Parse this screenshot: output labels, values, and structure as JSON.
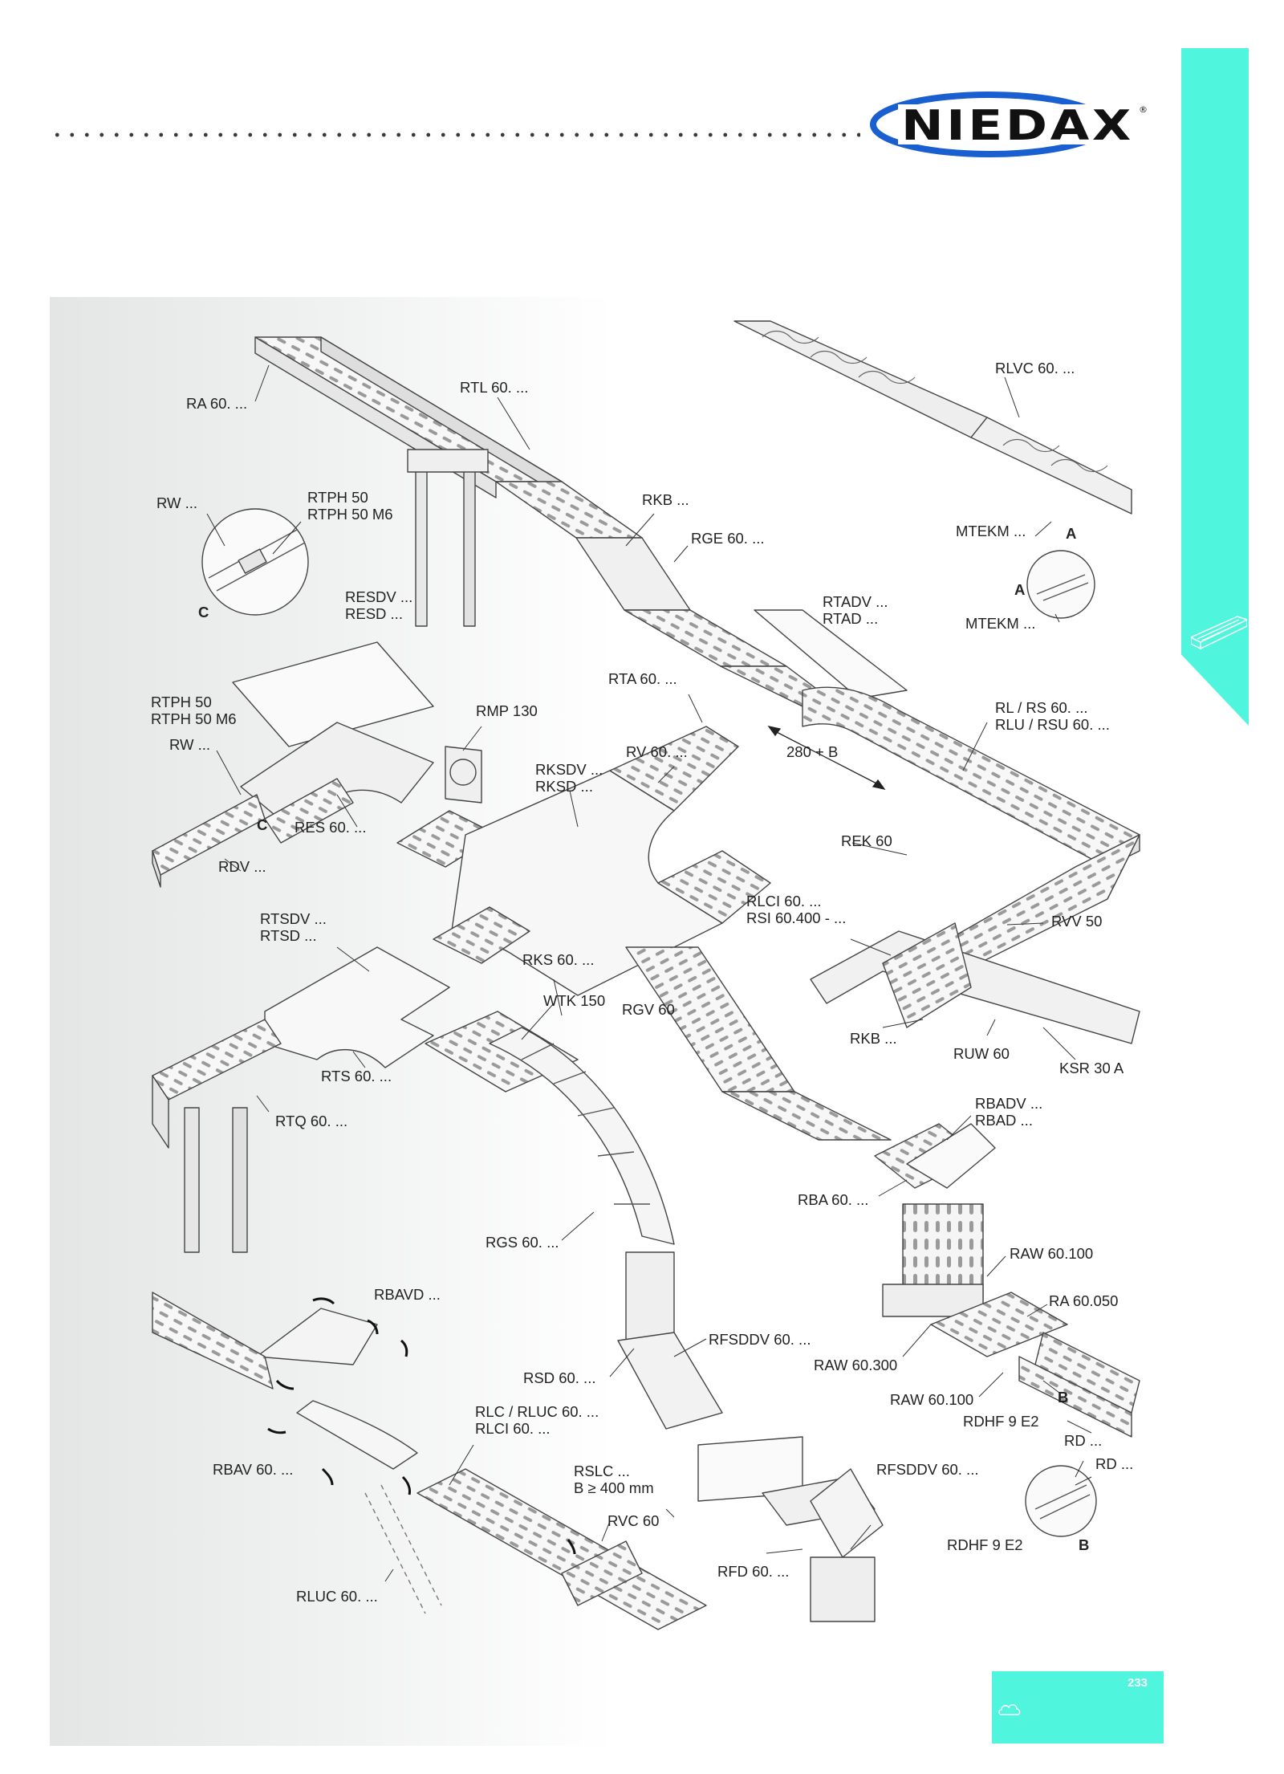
{
  "brand": {
    "logo_text": "NIEDAX",
    "registered": "®",
    "accent_color": "#4ff5dc",
    "logo_blue": "#1a5fd0"
  },
  "labels": {
    "ra60": "RA 60. ...",
    "rtl60": "RTL 60. ...",
    "rlvc60": "RLVC 60. ...",
    "rw_top": "RW ...",
    "rtph_top": "RTPH 50\nRTPH 50 M6",
    "rkb_top": "RKB ...",
    "rge60": "RGE 60. ...",
    "mtekm_1": "MTEKM ...",
    "a_1": "A",
    "a_2": "A",
    "mtekm_2": "MTEKM ...",
    "c_1": "C",
    "resdv": "RESDV ...\nRESD ...",
    "rtadv": "RTADV ...\nRTAD ...",
    "rta60": "RTA 60. ...",
    "rtph_mid": "RTPH 50\nRTPH 50 M6",
    "rmp130": "RMP 130",
    "rw_mid": "RW ...",
    "rl_rs": "RL / RS 60. ...\nRLU / RSU 60. ...",
    "rv60": "RV 60. ...",
    "dim_280": "280 + B",
    "rksdv": "RKSDV ...\nRKSD ...",
    "c_2": "C",
    "res60": "RES 60. ...",
    "rek60": "REK 60",
    "rdv": "RDV ...",
    "rlci": "RLCI 60. ...\nRSI 60.400 - ...",
    "rtsdv": "RTSDV ...\nRTSD ...",
    "rvv50": "RVV 50",
    "rks60": "RKS 60. ...",
    "wtk150": "WTK 150",
    "rgv60": "RGV 60",
    "rkb_mid": "RKB ...",
    "ruw60": "RUW 60",
    "ksr30a": "KSR 30 A",
    "rts60": "RTS 60. ...",
    "rtq60": "RTQ 60. ...",
    "rbadv": "RBADV ...\nRBAD ...",
    "rba60": "RBA 60. ...",
    "rgs60": "RGS 60. ...",
    "raw60100_top": "RAW 60.100",
    "rbavd": "RBAVD ...",
    "ra60050": "RA 60.050",
    "rfsddv_1": "RFSDDV 60. ...",
    "raw60300": "RAW 60.300",
    "rsd60": "RSD 60. ...",
    "raw60100_bot": "RAW 60.100",
    "b_1": "B",
    "rlc": "RLC / RLUC 60. ...\nRLCI 60. ...",
    "rdhf_1": "RDHF 9 E2",
    "rd_1": "RD ...",
    "rbav60": "RBAV 60. ...",
    "rslc": "RSLC ...\nB ≥ 400 mm",
    "rfsddv_2": "RFSDDV 60. ...",
    "rd_2": "RD ...",
    "rvc60": "RVC 60",
    "rdhf_2": "RDHF 9 E2",
    "b_2": "B",
    "rfd60": "RFD 60. ...",
    "rluc60": "RLUC 60. ..."
  },
  "footer": {
    "page_number": "233"
  }
}
